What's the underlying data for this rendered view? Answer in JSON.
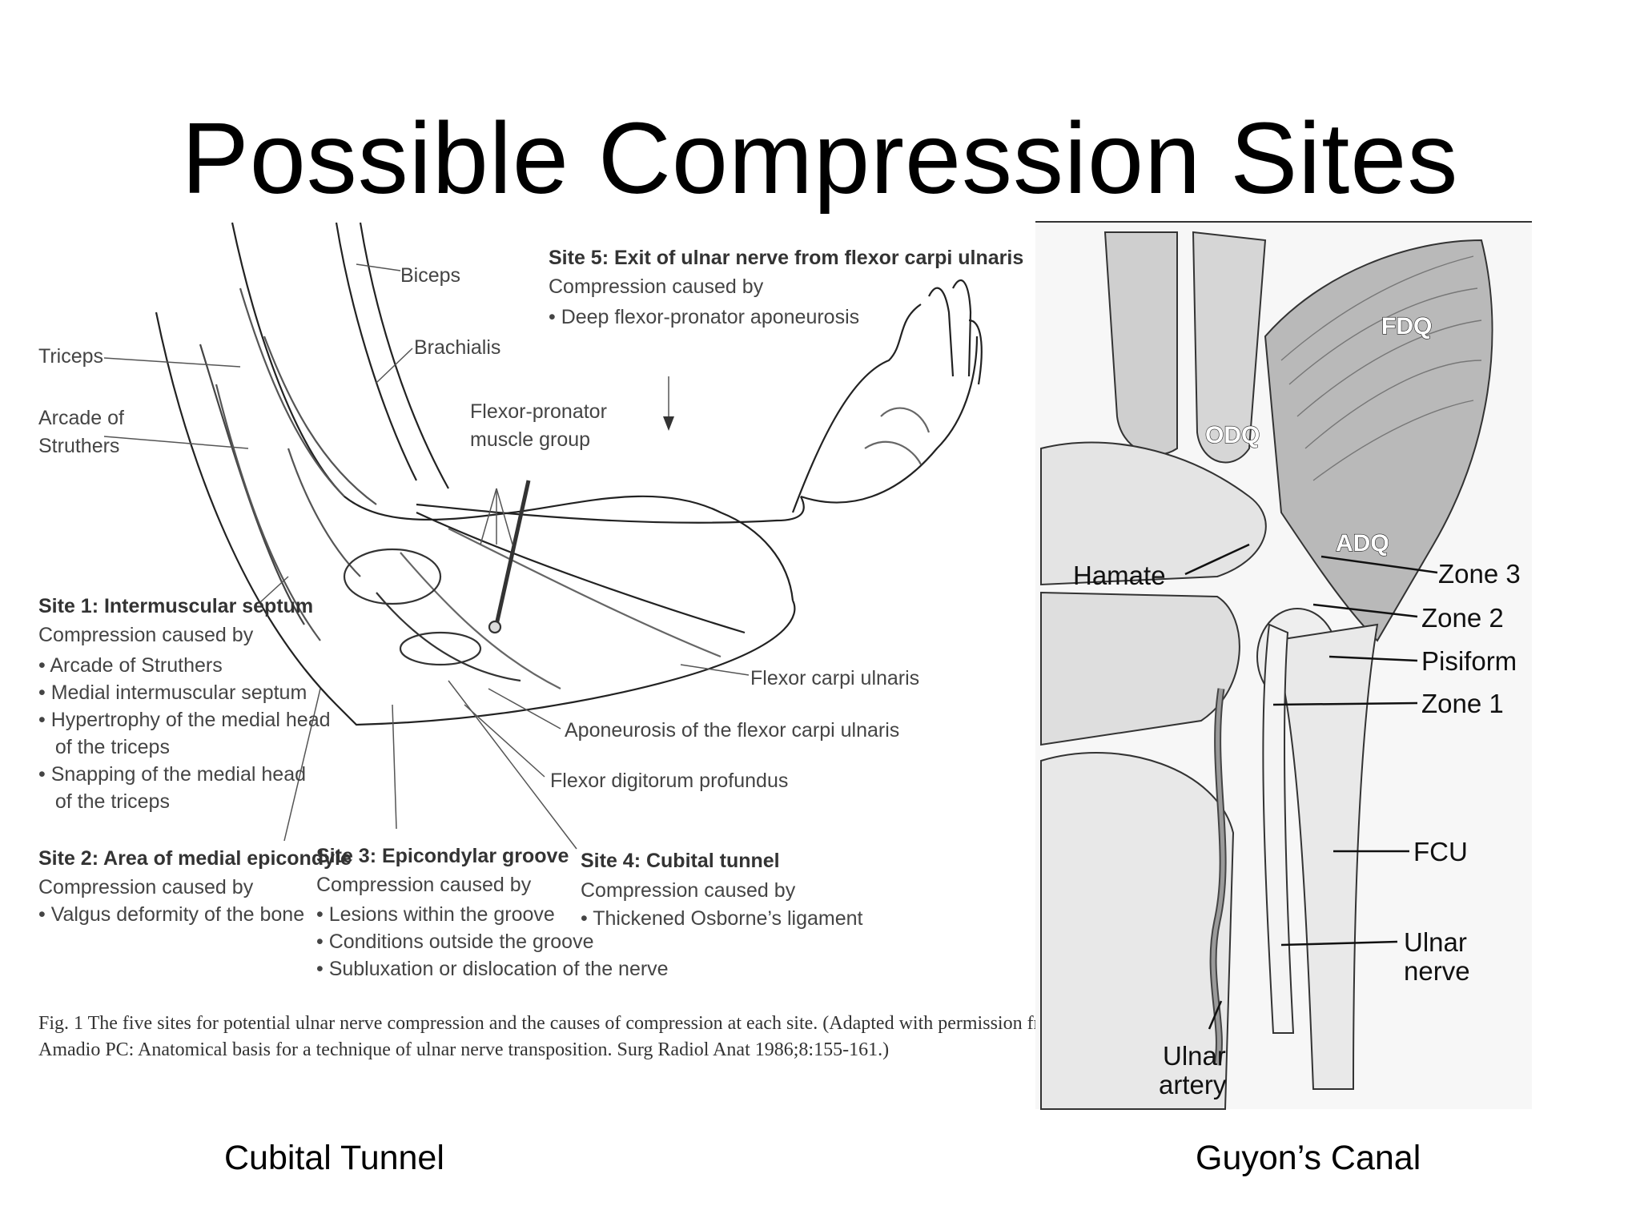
{
  "slide": {
    "title": "Possible Compression Sites",
    "left_caption": "Cubital Tunnel",
    "right_caption": "Guyon’s Canal"
  },
  "elbow": {
    "labels": {
      "biceps": "Biceps",
      "brachialis": "Brachialis",
      "triceps": "Triceps",
      "arcade_1": "Arcade of",
      "arcade_2": "Struthers",
      "flexor_pronator_1": "Flexor-pronator",
      "flexor_pronator_2": "muscle group",
      "fcu": "Flexor carpi ulnaris",
      "aponeurosis_fcu": "Aponeurosis of the flexor carpi ulnaris",
      "fdp": "Flexor digitorum profundus"
    },
    "site5": {
      "title": "Site 5:  Exit of ulnar nerve from flexor carpi ulnaris",
      "sub": "Compression caused by",
      "items": [
        "• Deep flexor-pronator aponeurosis"
      ]
    },
    "site1": {
      "title": "Site 1:  Intermuscular septum",
      "sub": "Compression caused by",
      "items": [
        "• Arcade of Struthers",
        "• Medial intermuscular septum",
        "• Hypertrophy of the medial head",
        "   of the triceps",
        "• Snapping of the medial head",
        "   of the triceps"
      ]
    },
    "site2": {
      "title": "Site 2:  Area of medial epicondyle",
      "sub": "Compression caused by",
      "items": [
        "• Valgus deformity of the bone"
      ]
    },
    "site3": {
      "title": "Site 3:  Epicondylar groove",
      "sub": "Compression caused by",
      "items": [
        "• Lesions within the groove",
        "• Conditions outside the groove",
        "• Subluxation or dislocation of the nerve"
      ]
    },
    "site4": {
      "title": "Site 4:  Cubital tunnel",
      "sub": "Compression caused by",
      "items": [
        "• Thickened Osborne’s ligament"
      ]
    },
    "fig_caption": {
      "line1": "Fig. 1   The five sites for potential ulnar nerve compression and the causes of compression at each site.  (Adapted with permission from",
      "line2": "Amadio PC:  Anatomical basis for a technique of ulnar nerve transposition.  Surg Radiol Anat 1986;8:155-161.)"
    }
  },
  "wrist": {
    "labels": {
      "fdq": "FDQ",
      "odq": "ODQ",
      "adq": "ADQ",
      "hamate": "Hamate",
      "zone3": "Zone 3",
      "zone2": "Zone 2",
      "pisiform": "Pisiform",
      "zone1": "Zone 1",
      "fcu": "FCU",
      "ulnar_nerve_1": "Ulnar",
      "ulnar_nerve_2": "nerve",
      "ulnar_artery_1": "Ulnar",
      "ulnar_artery_2": "artery"
    }
  }
}
